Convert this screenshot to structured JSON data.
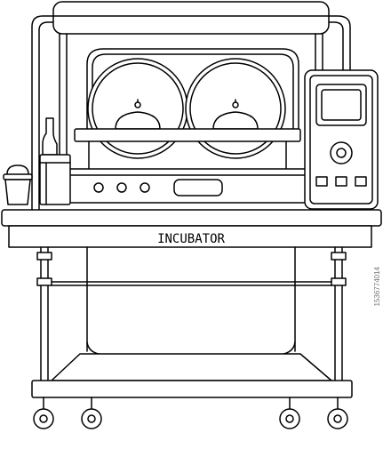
{
  "illustration": {
    "label": "INCUBATOR",
    "stock_id": "1536774014",
    "line_color": "#000000",
    "fill_color": "#ffffff",
    "shade_color": "#f0f0f0"
  },
  "icons": [
    "incubator-illustration",
    "porthole-icon",
    "baby-silhouette-icon",
    "bottle-icon",
    "bucket-icon",
    "control-monitor-icon",
    "wheel-icon"
  ]
}
